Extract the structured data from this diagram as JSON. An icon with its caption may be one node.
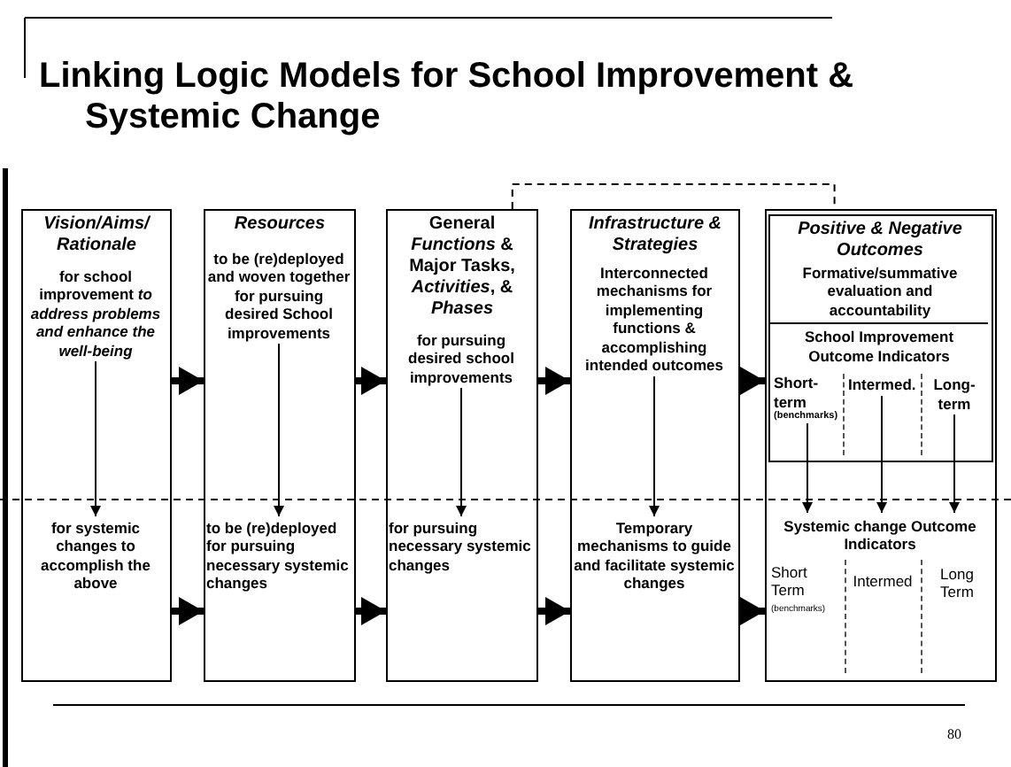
{
  "diagram": {
    "title": "Linking Logic Models for School Improvement & Systemic Change",
    "nodes": [
      {
        "text": [
          "Vision/Aims/ Rationale"
        ]
      },
      {
        "text": [
          "for school improvement *to address problems and enhance the well-being*"
        ],
        "in": 0
      },
      {
        "text": [
          "for systemic changes to accomplish the above"
        ],
        "in": 0
      },
      {
        "text": [
          "Resources"
        ]
      },
      {
        "text": [
          "to be (re)deployed and woven together for pursuing desired School improvements"
        ],
        "in": 3
      },
      {
        "text": [
          "to be (re)deployed for pursuing necessary systemic changes"
        ],
        "in": 3
      },
      {
        "text": [
          "General *Functions* & Major Tasks, *Activities*, & *Phases*"
        ]
      },
      {
        "text": [
          "for pursuing desired school improvements"
        ],
        "in": 6
      },
      {
        "text": [
          "for pursuing necessary systemic changes"
        ],
        "in": 6
      },
      {
        "text": [
          "Infrastructure & Strategies"
        ]
      },
      {
        "text": [
          "Interconnected mechanisms for implementing functions & accomplishing intended outcomes"
        ],
        "in": 9
      },
      {
        "text": [
          "Temporary mechanisms to guide and facilitate systemic changes"
        ],
        "in": 9
      },
      {
        "text": [],
        "shape": "box"
      },
      {
        "text": [
          "Positive & Negative Outcomes",
          "Formative/summative evaluation and accountability"
        ],
        "in": 12
      },
      {
        "text": [
          "School Improvement Outcome Indicators"
        ],
        "in": 13
      },
      {
        "text": [
          "Short- term",
          "(benchmarks)"
        ],
        "in": 14
      },
      {
        "text": [
          "Intermed."
        ],
        "in": 14
      },
      {
        "text": [
          "Long- term"
        ],
        "in": 14
      },
      {
        "text": [
          "Systemic change Outcome Indicators"
        ],
        "in": 12
      },
      {
        "text": [
          "Short Term",
          "(benchmarks)"
        ],
        "in": 18
      },
      {
        "text": [
          "Intermed"
        ],
        "in": 18
      },
      {
        "text": [
          "Long Term"
        ],
        "in": 18
      }
    ],
    "edges": [
      {
        "from": 0,
        "to": 3,
        "arrow": "to",
        "style": "thick"
      },
      {
        "from": 3,
        "to": 6,
        "arrow": "to",
        "style": "thick"
      },
      {
        "from": 6,
        "to": 9,
        "arrow": "to",
        "style": "thick"
      },
      {
        "from": 9,
        "to": 12,
        "arrow": "to",
        "style": "thick"
      },
      {
        "from": 0,
        "to": 3,
        "arrow": "to",
        "style": "thick"
      },
      {
        "from": 3,
        "to": 6,
        "arrow": "to",
        "style": "thick"
      },
      {
        "from": 6,
        "to": 9,
        "arrow": "to",
        "style": "thick"
      },
      {
        "from": 9,
        "to": 12,
        "arrow": "to",
        "style": "thick"
      },
      {
        "from": 1,
        "to": 2,
        "arrow": "to"
      },
      {
        "from": 4,
        "to": 5,
        "arrow": "to"
      },
      {
        "from": 7,
        "to": 8,
        "arrow": "to"
      },
      {
        "from": 10,
        "to": 11,
        "arrow": "to"
      },
      {
        "from": 15,
        "to": 18,
        "arrow": "to"
      },
      {
        "from": 16,
        "to": 18,
        "arrow": "to"
      },
      {
        "from": 17,
        "to": 18,
        "arrow": "to"
      },
      {
        "from": 6,
        "to": 12,
        "arrow": "none",
        "style": "dashed"
      }
    ],
    "labels": [
      "80"
    ]
  }
}
